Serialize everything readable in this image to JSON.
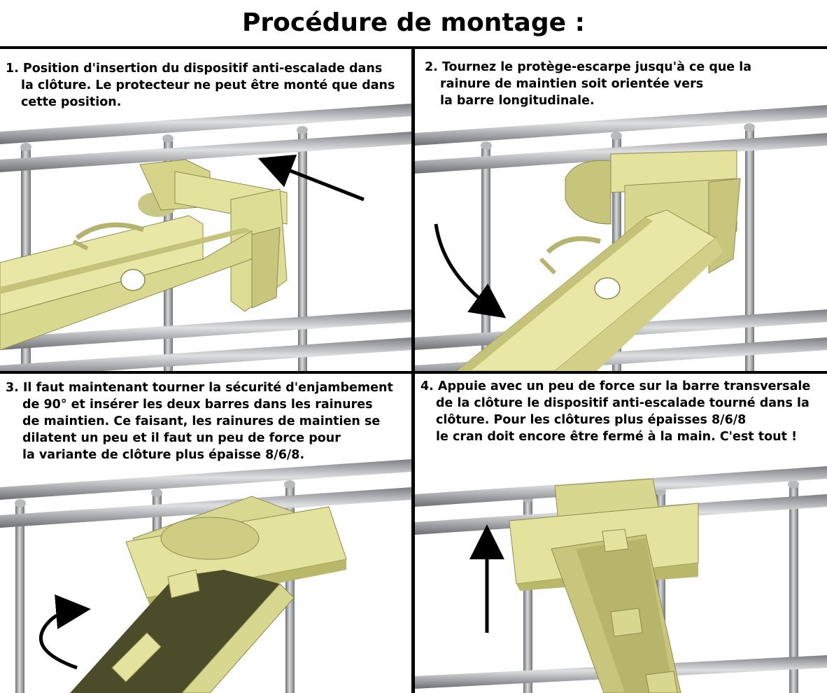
{
  "title": "Procédure de montage :",
  "steps": [
    {
      "lines": [
        "1. Position d'insertion du dispositif anti-escalade dans",
        "la clôture. Le protecteur ne peut être monté que dans",
        "cette position."
      ]
    },
    {
      "lines": [
        "2. Tournez le protège-escarpe jusqu'à ce que la",
        "rainure de maintien soit orientée vers",
        "la barre longitudinale."
      ]
    },
    {
      "lines": [
        "3. Il faut maintenant tourner la sécurité d'enjambement",
        "de 90° et insérer les deux barres dans les rainures",
        "de maintien. Ce faisant, les rainures de maintien se",
        "dilatent un peu et il faut un peu de force pour",
        "la variante de clôture plus épaisse 8/6/8."
      ]
    },
    {
      "lines": [
        "4. Appuie avec un peu de force sur la barre transversale",
        "de la clôture le dispositif anti-escalade tourné dans la",
        "clôture. Pour les clôtures plus épaisses 8/6/8",
        "le cran doit encore être fermé à la main. C'est tout !"
      ]
    }
  ],
  "colors": {
    "rod": "#9a9ca0",
    "rod_highlight": "#d6d7d9",
    "part_fill": "#e3e29a",
    "part_shade": "#b9b76a",
    "part_dark": "#5a5a32",
    "arrow": "#000000"
  }
}
